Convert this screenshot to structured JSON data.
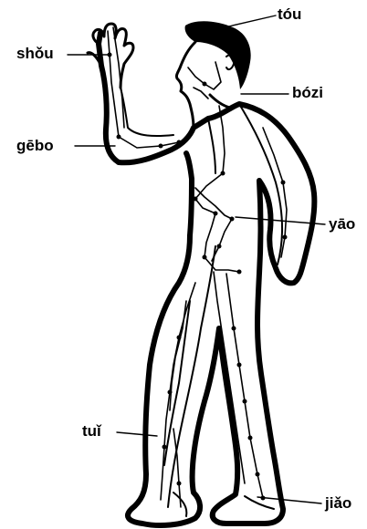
{
  "labels": {
    "tou": "tóu",
    "shou": "shǒu",
    "bozi": "bózi",
    "gebo": "gēbo",
    "yao": "yāo",
    "tui": "tuǐ",
    "jiao": "jiǎo"
  },
  "colors": {
    "ink": "#000000",
    "paper": "#ffffff"
  }
}
